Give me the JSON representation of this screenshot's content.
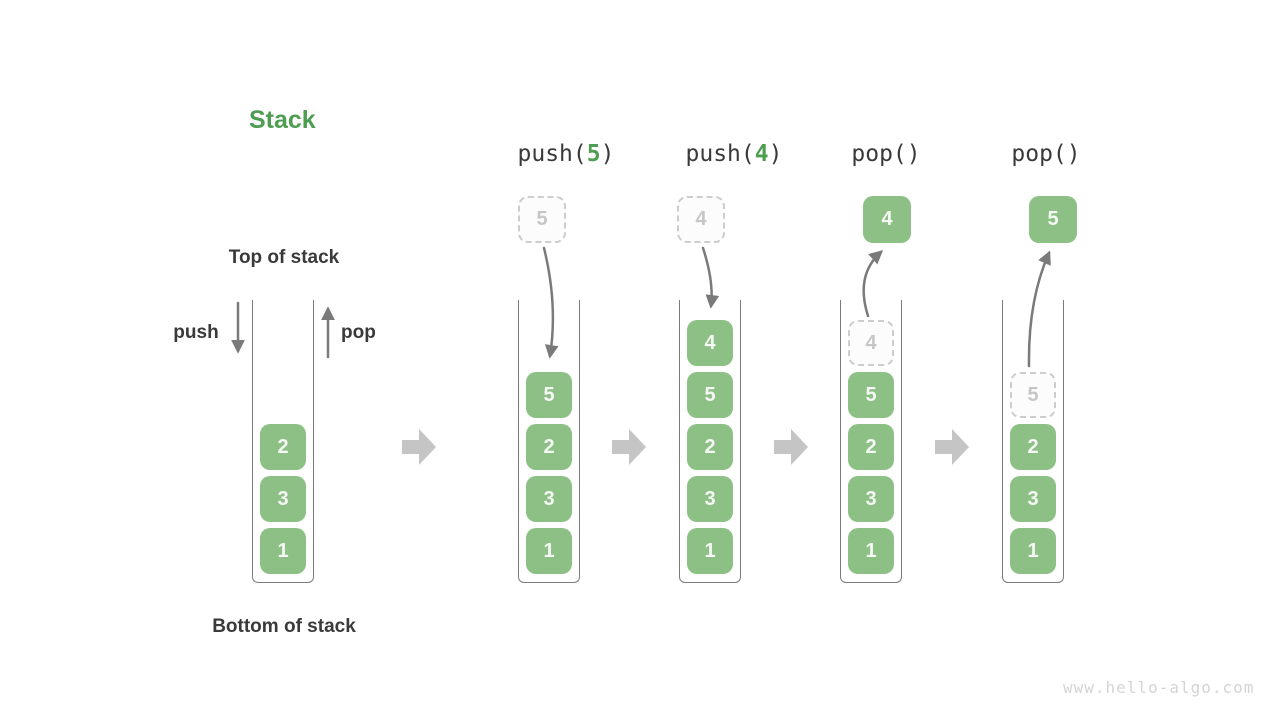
{
  "title": "Stack",
  "watermark": "www.hello-algo.com",
  "annotations": {
    "top_label": "Top of stack",
    "bottom_label": "Bottom of stack",
    "push_label": "push",
    "pop_label": "pop"
  },
  "colors": {
    "green_box": "#8CC084",
    "title_green": "#4D9E50",
    "text_dark": "#3A3A3A",
    "arrow_gray": "#7A7A7A",
    "block_arrow": "#C5C5C5",
    "dashed_border": "#CDCDCD",
    "dashed_text": "#C6C6C6",
    "wall": "#7B7B7B",
    "watermark": "#D4D4D4",
    "item_text": "#F5F8F4",
    "ghost_bg": "#FCFCFC"
  },
  "stages": [
    {
      "name": "initial",
      "items": [
        "2",
        "3",
        "1"
      ]
    },
    {
      "name": "push-5",
      "op_prefix": "push(",
      "op_arg": "5",
      "op_suffix": ")",
      "incoming": "5",
      "items": [
        "5",
        "2",
        "3",
        "1"
      ]
    },
    {
      "name": "push-4",
      "op_prefix": "push(",
      "op_arg": "4",
      "op_suffix": ")",
      "incoming": "4",
      "items": [
        "4",
        "5",
        "2",
        "3",
        "1"
      ]
    },
    {
      "name": "pop-4",
      "op_prefix": "pop()",
      "op_arg": "",
      "op_suffix": "",
      "popped": "4",
      "ghost": "4",
      "items": [
        "5",
        "2",
        "3",
        "1"
      ]
    },
    {
      "name": "pop-5",
      "op_prefix": "pop()",
      "op_arg": "",
      "op_suffix": "",
      "popped": "5",
      "ghost": "5",
      "items": [
        "2",
        "3",
        "1"
      ]
    }
  ]
}
